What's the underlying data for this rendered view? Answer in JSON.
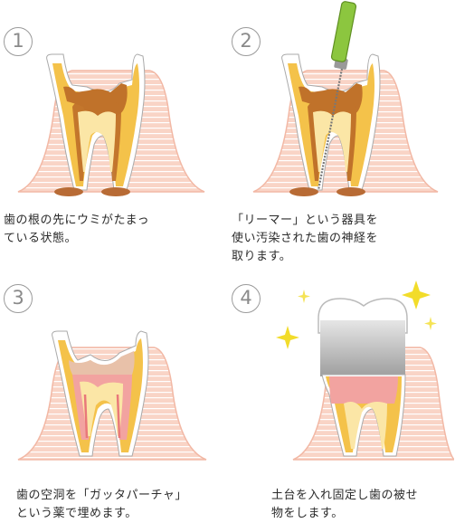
{
  "steps": [
    {
      "number": "1",
      "caption": "歯の根の先にウミがたまっ\nている状態。"
    },
    {
      "number": "2",
      "caption": "「リーマー」という器具を\n使い汚染された歯の神経を\n取ります。"
    },
    {
      "number": "3",
      "caption": "歯の空洞を「ガッタパーチャ」\nという薬で埋めます。"
    },
    {
      "number": "4",
      "caption": "土台を入れ固定し歯の被せ\n物をします。"
    }
  ],
  "colors": {
    "gum": "#f7c9b9",
    "gum_stripe": "#ffffff",
    "enamel": "#ffffff",
    "dentin": "#f4c24a",
    "dentin_light": "#fbe6a6",
    "decay": "#c0722a",
    "pus": "#b86b35",
    "filling": "#f2a3a0",
    "filling_dark": "#e9787a",
    "crown": "#b9b9b9",
    "reamer_handle": "#8cc63f",
    "sparkle": "#f2dc2a"
  }
}
